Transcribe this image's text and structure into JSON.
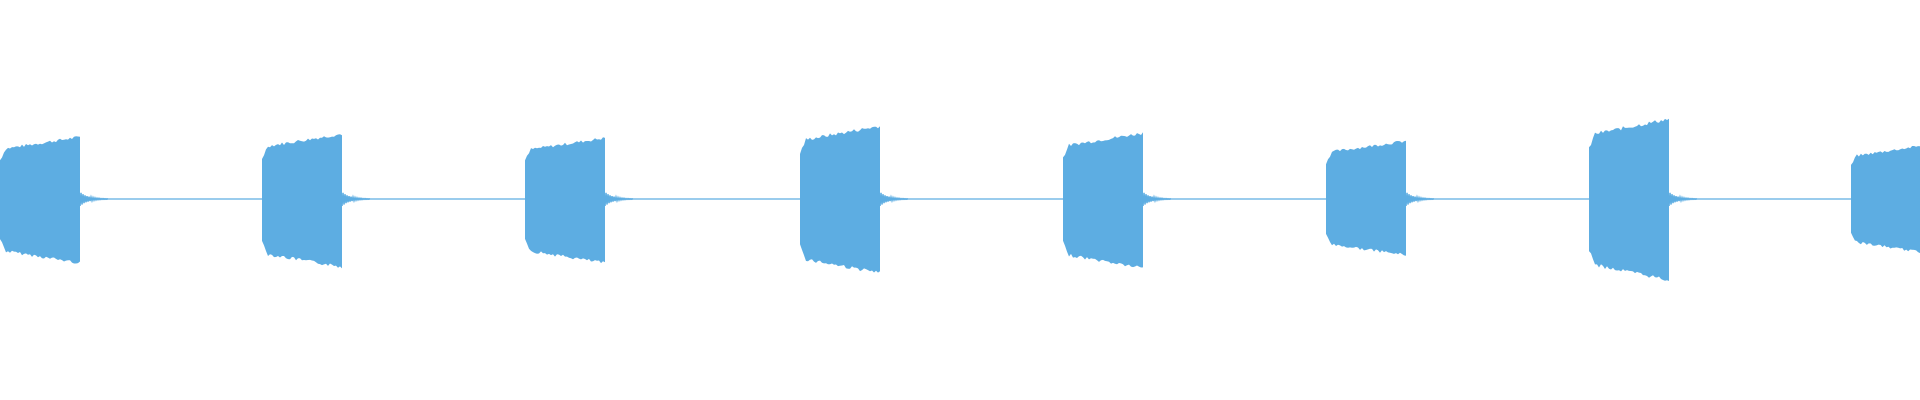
{
  "waveform": {
    "color": "#5dade2",
    "background": "#ffffff",
    "burst_count": 8,
    "bursts": [
      {
        "peak_top": 0.62,
        "peak_bottom": 0.64
      },
      {
        "peak_top": 0.65,
        "peak_bottom": 0.68
      },
      {
        "peak_top": 0.61,
        "peak_bottom": 0.64
      },
      {
        "peak_top": 0.73,
        "peak_bottom": 0.74
      },
      {
        "peak_top": 0.66,
        "peak_bottom": 0.69
      },
      {
        "peak_top": 0.58,
        "peak_bottom": 0.56
      },
      {
        "peak_top": 0.8,
        "peak_bottom": 0.81
      },
      {
        "peak_top": 0.53,
        "peak_bottom": 0.53
      }
    ]
  }
}
